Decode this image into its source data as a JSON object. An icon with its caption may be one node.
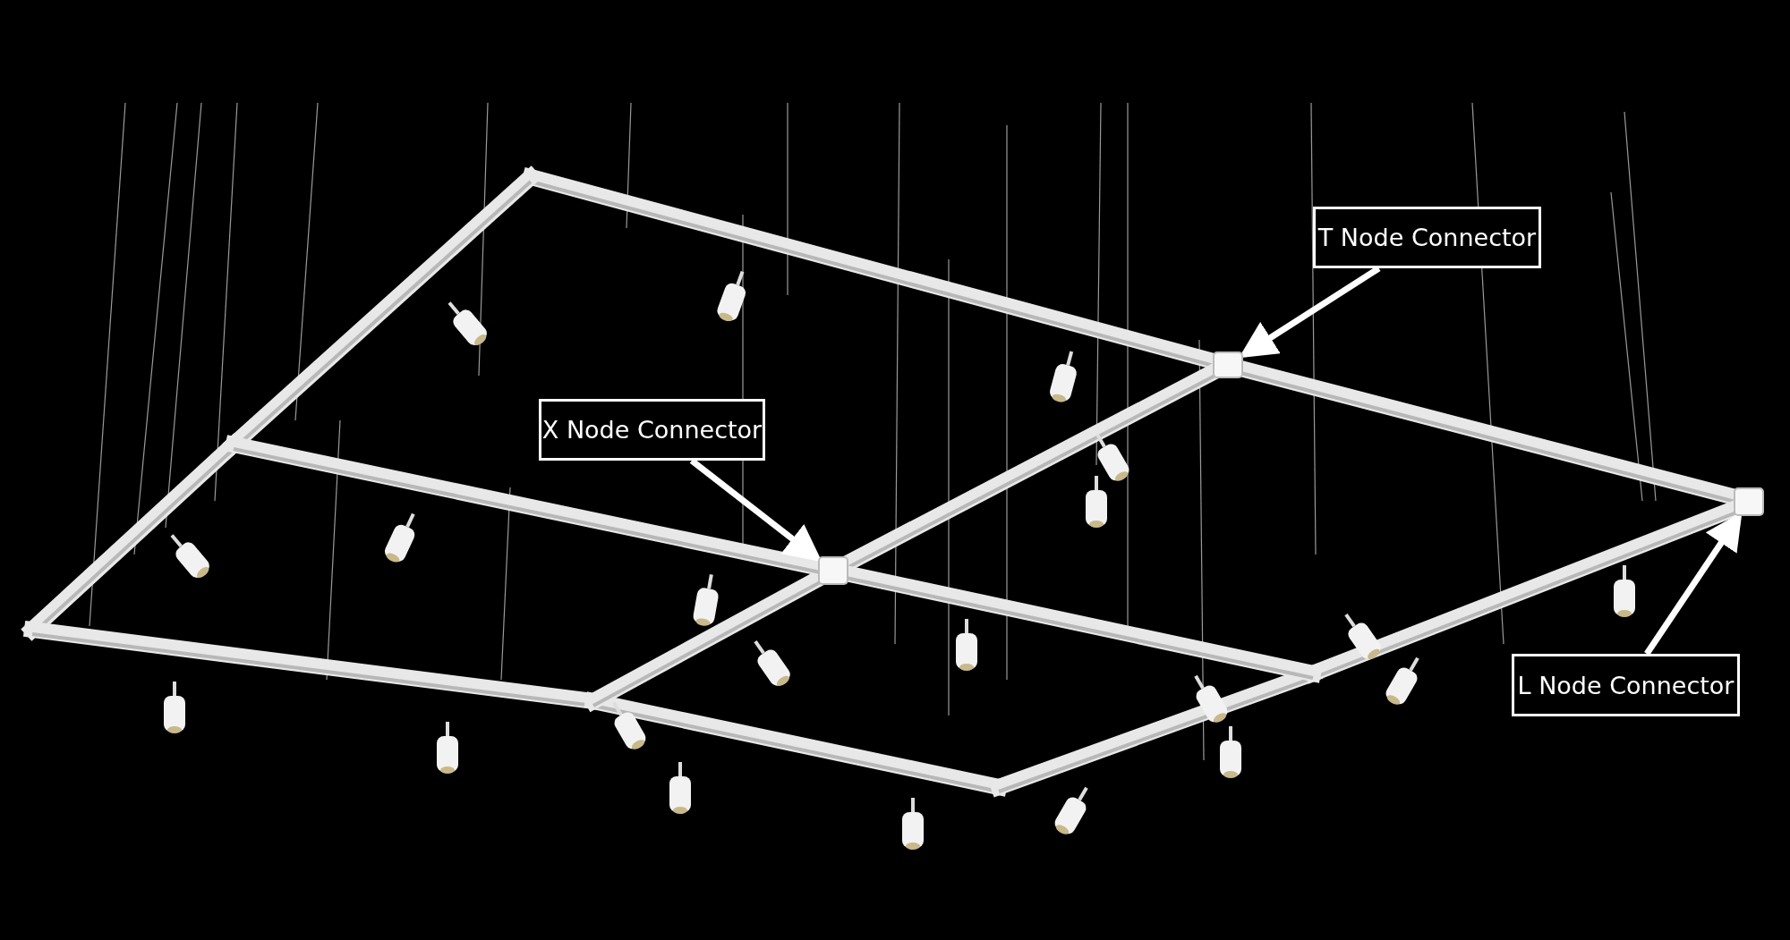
{
  "diagram": {
    "nodes": [
      {
        "text": [
          "T Node Connector"
        ]
      },
      {
        "text": [],
        "shape": "box"
      },
      {
        "text": [
          "X Node Connector"
        ]
      },
      {
        "text": [],
        "shape": "box"
      },
      {
        "text": [
          "L Node Connector"
        ]
      },
      {
        "text": [],
        "shape": "box"
      }
    ],
    "edges": [
      {
        "from": 0,
        "to": 1,
        "arrow": "to"
      },
      {
        "from": 2,
        "to": 3,
        "arrow": "to"
      },
      {
        "from": 4,
        "to": 5,
        "arrow": "to"
      }
    ]
  }
}
